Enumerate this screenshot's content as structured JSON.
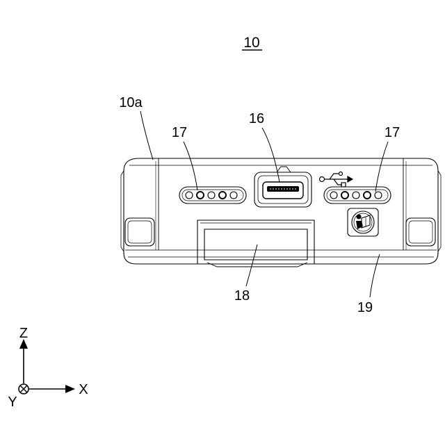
{
  "figure": {
    "number": "10",
    "labels": {
      "device_side": "10a",
      "usb_port": "16",
      "led_left": "17",
      "led_right": "17",
      "cover": "18",
      "housing_edge": "19"
    },
    "axes": {
      "z": "Z",
      "x": "X",
      "y": "Y"
    },
    "colors": {
      "line": "#000000",
      "background": "#ffffff"
    },
    "icons": [
      "usb-symbol-icon",
      "user-manual-icon"
    ]
  }
}
